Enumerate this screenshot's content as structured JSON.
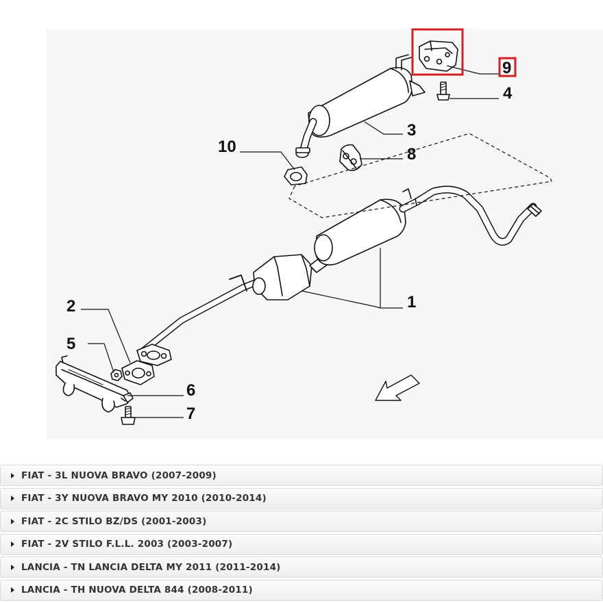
{
  "diagram": {
    "callouts": [
      {
        "id": "1",
        "label": "1"
      },
      {
        "id": "2",
        "label": "2"
      },
      {
        "id": "3",
        "label": "3"
      },
      {
        "id": "4",
        "label": "4"
      },
      {
        "id": "5",
        "label": "5"
      },
      {
        "id": "6",
        "label": "6"
      },
      {
        "id": "7",
        "label": "7"
      },
      {
        "id": "8",
        "label": "8"
      },
      {
        "id": "9",
        "label": "9"
      },
      {
        "id": "10",
        "label": "10"
      }
    ],
    "highlighted_part": "9",
    "highlight_color": "#d42020"
  },
  "applications": [
    {
      "label": "FIAT - 3L NUOVA BRAVO (2007-2009)"
    },
    {
      "label": "FIAT - 3Y NUOVA BRAVO MY 2010 (2010-2014)"
    },
    {
      "label": "FIAT - 2C STILO BZ/DS (2001-2003)"
    },
    {
      "label": "FIAT - 2V STILO F.L.L. 2003 (2003-2007)"
    },
    {
      "label": "LANCIA - TN LANCIA DELTA MY 2011 (2011-2014)"
    },
    {
      "label": "LANCIA - TH NUOVA DELTA 844 (2008-2011)"
    }
  ]
}
